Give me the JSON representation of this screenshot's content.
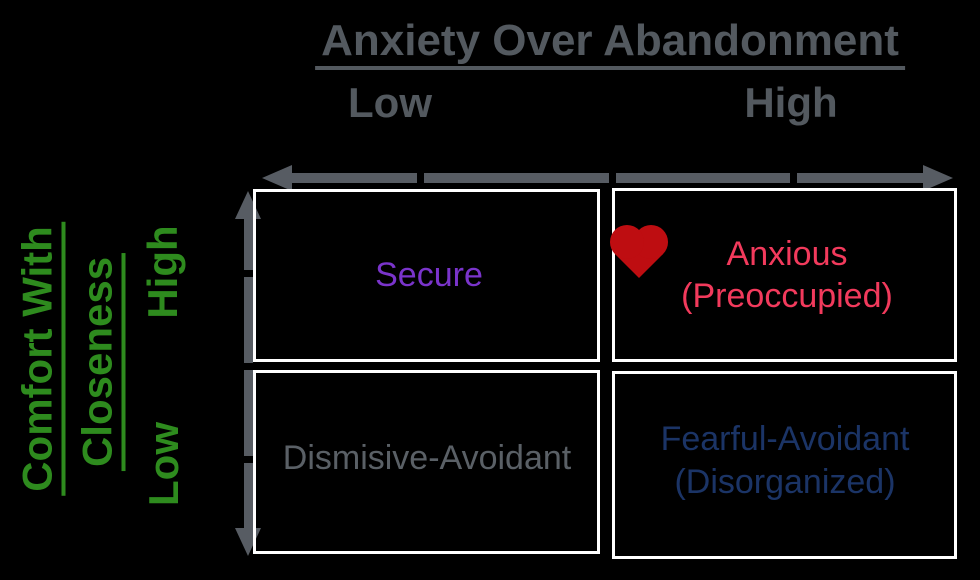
{
  "colors": {
    "background": "#000000",
    "axis_text": "#53595F",
    "arrow": "#575C63",
    "box_border": "#FFFFFF",
    "closeness_text": "#2E8B1E",
    "secure": "#7A34CB",
    "anxious": "#F23A5C",
    "heart": "#BE0D11",
    "dismissive": "#5A6066",
    "fearful": "#1B3466"
  },
  "top_axis": {
    "title": "Anxiety Over Abandonment",
    "low": "Low",
    "high": "High"
  },
  "left_axis": {
    "title_line1": "Comfort With",
    "title_line2": "Closeness",
    "high": "High",
    "low": "Low"
  },
  "quadrants": {
    "secure": {
      "label": "Secure"
    },
    "anxious": {
      "line1": "Anxious",
      "line2": "(Preoccupied)",
      "icon": "heart-icon"
    },
    "dismissive": {
      "label": "Dismisive-Avoidant"
    },
    "fearful": {
      "line1": "Fearful-Avoidant",
      "line2": "(Disorganized)"
    }
  }
}
